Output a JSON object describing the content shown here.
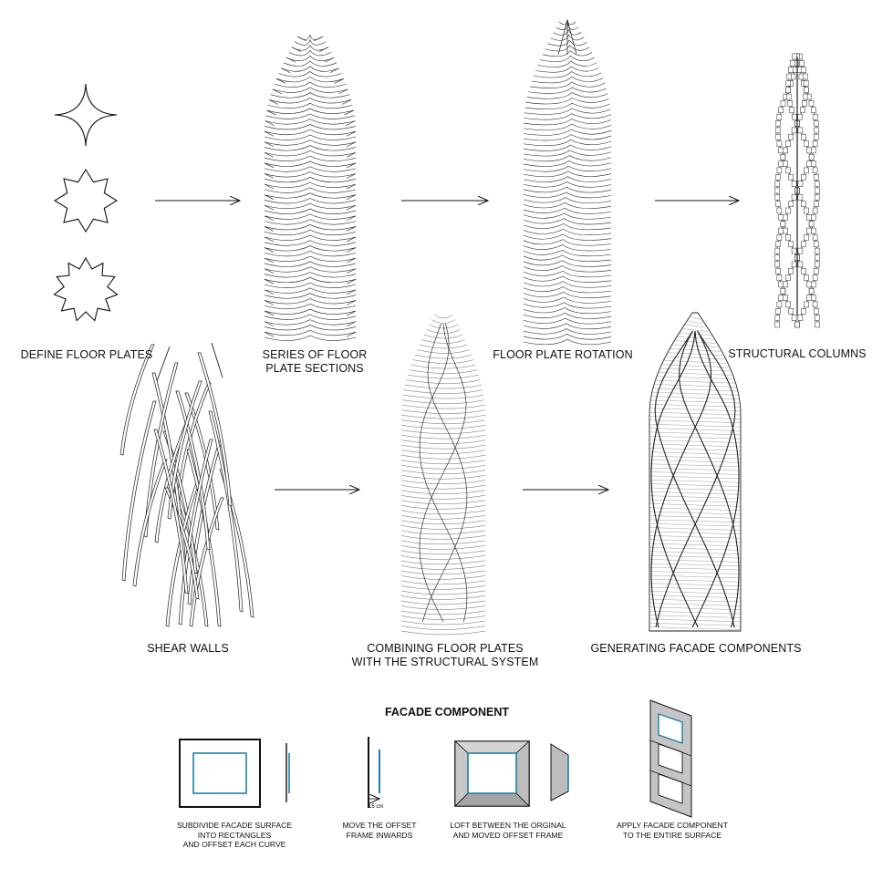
{
  "steps": {
    "define": "DEFINE FLOOR PLATES",
    "series": [
      "SERIES OF FLOOR",
      "PLATE SECTIONS"
    ],
    "rotation": "FLOOR PLATE ROTATION",
    "columns": "STRUCTURAL COLUMNS",
    "shear": "SHEAR WALLS",
    "combining": [
      "COMBINING FLOOR PLATES",
      "WITH THE STRUCTURAL SYSTEM"
    ],
    "generating": "GENERATING FACADE COMPONENTS"
  },
  "facade": {
    "title": "FACADE COMPONENT",
    "offset_label": "15 cm",
    "captions": {
      "c1": [
        "SUBDIVIDE FACADE SURFACE",
        "INTO RECTANGLES",
        "AND OFFSET EACH CURVE"
      ],
      "c2": [
        "MOVE THE OFFSET",
        "FRAME INWARDS"
      ],
      "c3": [
        "LOFT BETWEEN THE ORGINAL",
        "AND MOVED OFFSET FRAME"
      ],
      "c4": [
        "APPLY FACADE COMPONENT",
        "TO THE ENTIRE SURFACE"
      ]
    },
    "colors": {
      "offset_curve": "#1f7fa6",
      "frame_fill": "#bdbdbd",
      "frame_dark": "#8e8e8e"
    }
  }
}
